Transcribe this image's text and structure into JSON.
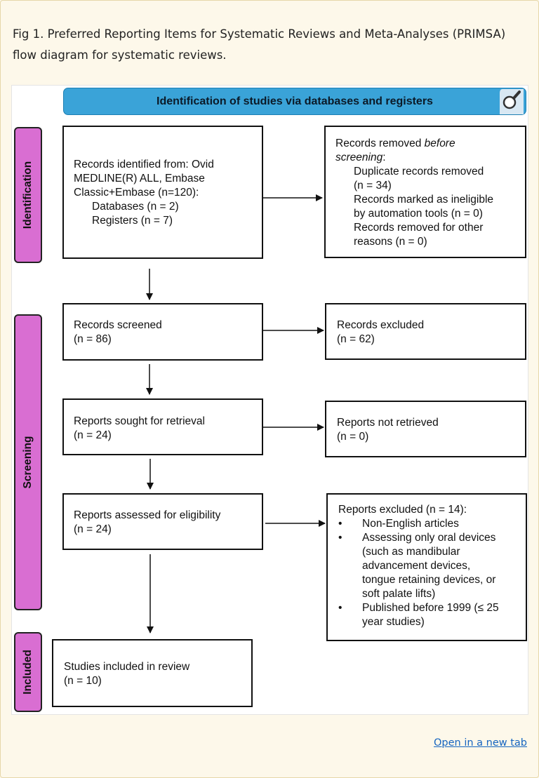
{
  "caption": "Fig 1. Preferred Reporting Items for Systematic Reviews and Meta-Analyses (PRIMSA) flow diagram for systematic reviews.",
  "banner": {
    "title": "Identification of studies via databases and registers",
    "icon": "magnifier-icon"
  },
  "phases": {
    "identification": "Identification",
    "screening": "Screening",
    "included": "Included"
  },
  "identified": {
    "line1": "Records identified from: Ovid",
    "line2": "MEDLINE(R) ALL, Embase",
    "line3": "Classic+Embase (n=120):",
    "databases": "Databases (n = 2)",
    "registers": "Registers (n = 7)"
  },
  "removed": {
    "title_pre": "Records removed ",
    "title_em1": "before",
    "title_em2": "screening",
    "title_post": ":",
    "dup1": "Duplicate records removed",
    "dup2": "(n = 34)",
    "auto1": "Records marked as ineligible",
    "auto2": "by automation tools (n = 0)",
    "other1": "Records removed for other",
    "other2": "reasons (n = 0)"
  },
  "screened": {
    "label": "Records screened",
    "n": "(n = 86)"
  },
  "excluded": {
    "label": "Records excluded",
    "n": "(n = 62)"
  },
  "sought": {
    "label": "Reports sought for retrieval",
    "n": "(n = 24)"
  },
  "not_retrieved": {
    "label": "Reports not retrieved",
    "n": "(n = 0)"
  },
  "assessed": {
    "label": "Reports assessed for eligibility",
    "n": "(n = 24)"
  },
  "reports_excluded": {
    "title": "Reports excluded (n = 14):",
    "b1": "Non-English articles",
    "b2a": "Assessing only oral devices",
    "b2b": "(such as mandibular",
    "b2c": "advancement devices,",
    "b2d": "tongue retaining devices, or",
    "b2e": "soft palate lifts)",
    "b3a": "Published before 1999 (≤ 25",
    "b3b": "year studies)"
  },
  "included": {
    "label": "Studies included in review",
    "n": "(n = 10)"
  },
  "link": {
    "open_new_tab": "Open in a new tab"
  }
}
